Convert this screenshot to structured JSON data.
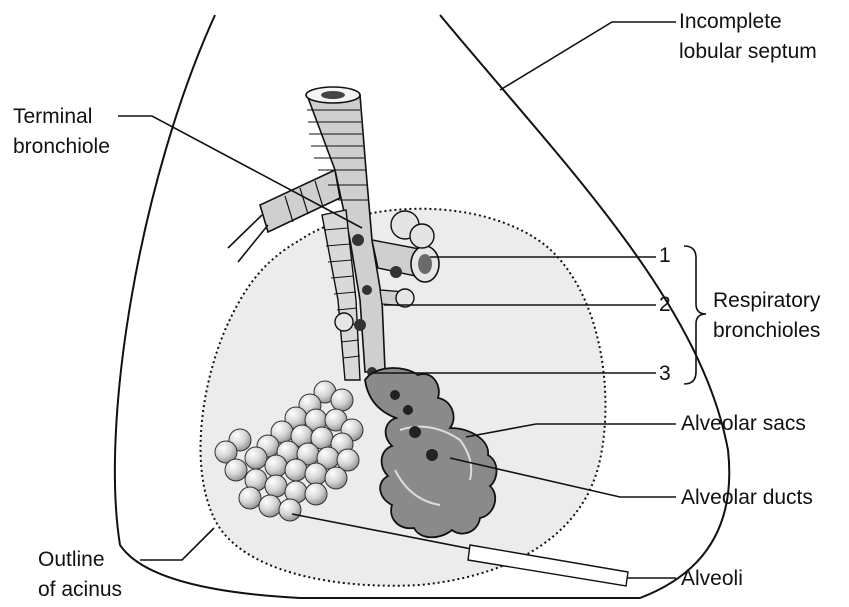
{
  "diagram": {
    "labels": {
      "septum_line1": "Incomplete",
      "septum_line2": "lobular septum",
      "terminal_line1": "Terminal",
      "terminal_line2": "bronchiole",
      "num1": "1",
      "num2": "2",
      "num3": "3",
      "resp_line1": "Respiratory",
      "resp_line2": "bronchioles",
      "alveolar_sacs": "Alveolar sacs",
      "alveolar_ducts": "Alveolar ducts",
      "acinus_line1": "Outline",
      "acinus_line2": "of acinus",
      "alveoli": "Alveoli"
    },
    "colors": {
      "ink": "#111111",
      "acinus_fill": "#ececec",
      "airway_fill": "#cfcfcf",
      "alveoli_fill": "#dcdcdc",
      "sac_fill": "#8a8a8a"
    }
  }
}
